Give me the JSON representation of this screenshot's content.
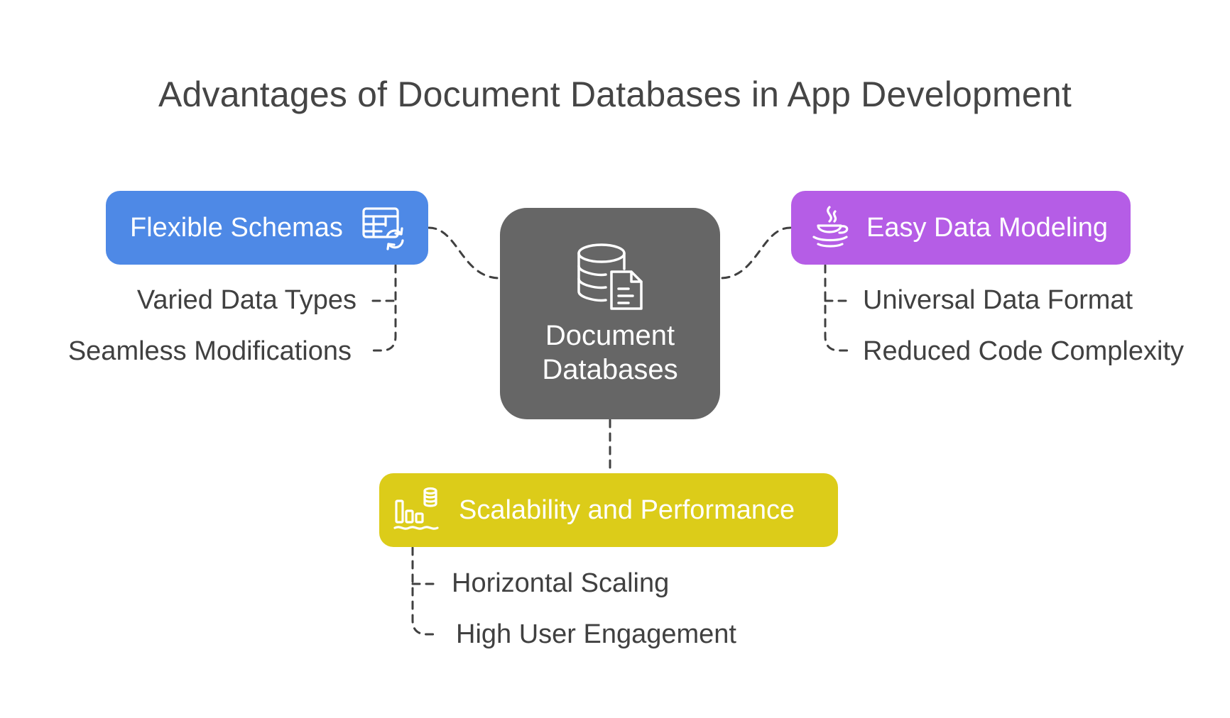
{
  "title": "Advantages of Document Databases in App Development",
  "center": {
    "line1": "Document",
    "line2": "Databases",
    "icon": "database-document-icon",
    "color": "#666666"
  },
  "branches": {
    "flexible": {
      "label": "Flexible Schemas",
      "icon": "table-sync-icon",
      "color": "#4e89e6",
      "items": [
        "Varied Data Types",
        "Seamless Modifications"
      ]
    },
    "easy": {
      "label": "Easy Data Modeling",
      "icon": "java-cup-icon",
      "color": "#b55de6",
      "items": [
        "Universal Data Format",
        "Reduced Code Complexity"
      ]
    },
    "scale": {
      "label": "Scalability and Performance",
      "icon": "bar-chart-database-icon",
      "color": "#dccc19",
      "items": [
        "Horizontal Scaling",
        "High User Engagement"
      ]
    }
  }
}
